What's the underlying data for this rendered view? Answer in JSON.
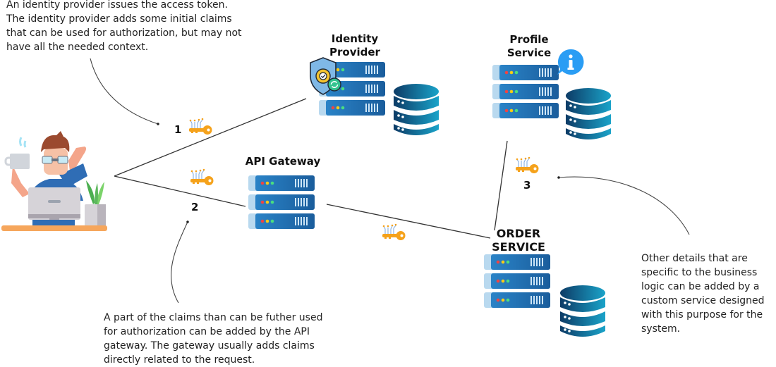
{
  "notes": {
    "identity_provider": [
      "An identity provider issues the access token.",
      "The identity provider adds some initial claims",
      "that can be used for authorization, but may not",
      "have all the needed context."
    ],
    "api_gateway": [
      "A part of the claims than can be futher used",
      "for authorization can be added by the API",
      "gateway. The gateway usually adds claims",
      "directly related to the request."
    ],
    "order_service": [
      "Other details that are",
      "specific to the business",
      "logic can be added by a",
      "custom service designed",
      "with this purpose for the",
      "system."
    ]
  },
  "nodes": {
    "identity_provider": [
      "Identity",
      "Provider"
    ],
    "profile_service": [
      "Profile",
      "Service"
    ],
    "api_gateway": [
      "API Gateway"
    ],
    "order_service": [
      "ORDER",
      "SERVICE"
    ]
  },
  "steps": [
    "1",
    "2",
    "3"
  ],
  "icons": {
    "user": "developer-at-desk-icon",
    "server": "server-rack-icon",
    "database": "database-icon",
    "token": "token-key-icon",
    "shield": "security-shield-icon",
    "info": "info-badge-icon"
  },
  "colors": {
    "server_blue": "#1f6fb2",
    "db_dark": "#0d3b66",
    "db_light": "#1aa3c9",
    "key_orange": "#f5a21b",
    "info_blue": "#2a9df4",
    "line": "#333333"
  }
}
